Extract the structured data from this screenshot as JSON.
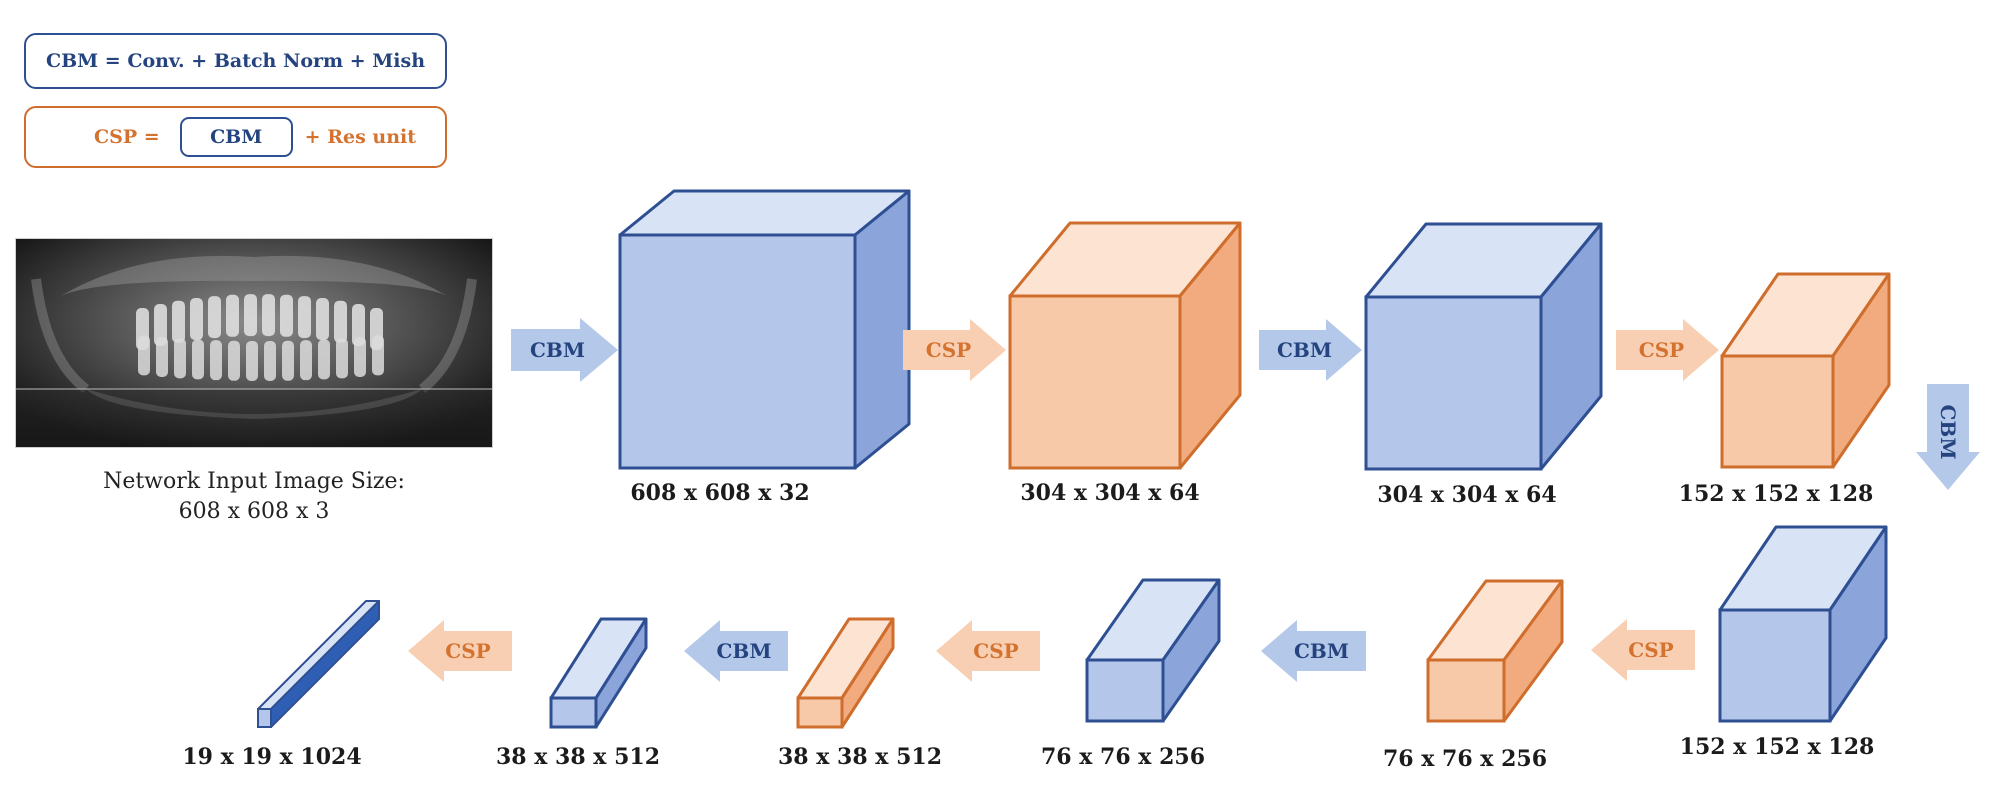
{
  "legend": {
    "cbm_definition": "CBM = Conv. + Batch Norm + Mish",
    "csp_prefix": "CSP =",
    "csp_block": "CBM",
    "csp_suffix": "+  Res unit"
  },
  "input": {
    "caption_line1": "Network Input Image Size:",
    "caption_line2": "608 x 608 x 3"
  },
  "colors": {
    "cbm_front": "#b4c6ea",
    "cbm_top": "#d9e3f6",
    "cbm_side": "#8ba5da",
    "cbm_stroke": "#2f4f93",
    "csp_front": "#f8c9a8",
    "csp_top": "#fde3d2",
    "csp_side": "#f2ab7e",
    "csp_stroke": "#cf6d2c",
    "cbm_arrow": "#b4c8e9",
    "csp_arrow": "#f9cfb3"
  },
  "blocks": [
    {
      "id": "b1",
      "type": "cbm",
      "label": "608 x 608 x 32"
    },
    {
      "id": "b2",
      "type": "csp",
      "label": "304 x 304 x 64"
    },
    {
      "id": "b3",
      "type": "cbm",
      "label": "304 x 304 x 64"
    },
    {
      "id": "b4",
      "type": "csp",
      "label": "152 x 152 x 128"
    },
    {
      "id": "b5",
      "type": "cbm",
      "label": "152 x 152 x 128"
    },
    {
      "id": "b6",
      "type": "csp",
      "label": "76 x 76 x 256"
    },
    {
      "id": "b7",
      "type": "cbm",
      "label": "76 x 76 x 256"
    },
    {
      "id": "b8",
      "type": "csp",
      "label": "38 x 38 x 512"
    },
    {
      "id": "b9",
      "type": "cbm",
      "label": "38 x 38 x 512"
    },
    {
      "id": "b10",
      "type": "cbm",
      "label": "19 x 19 x 1024"
    }
  ],
  "operations": [
    {
      "id": "a1",
      "op": "CBM",
      "direction": "right"
    },
    {
      "id": "a2",
      "op": "CSP",
      "direction": "right"
    },
    {
      "id": "a3",
      "op": "CBM",
      "direction": "right"
    },
    {
      "id": "a4",
      "op": "CSP",
      "direction": "right"
    },
    {
      "id": "a5",
      "op": "CBM",
      "direction": "down"
    },
    {
      "id": "a6",
      "op": "CSP",
      "direction": "left"
    },
    {
      "id": "a7",
      "op": "CBM",
      "direction": "left"
    },
    {
      "id": "a8",
      "op": "CSP",
      "direction": "left"
    },
    {
      "id": "a9",
      "op": "CBM",
      "direction": "left"
    },
    {
      "id": "a10",
      "op": "CSP",
      "direction": "left"
    }
  ]
}
